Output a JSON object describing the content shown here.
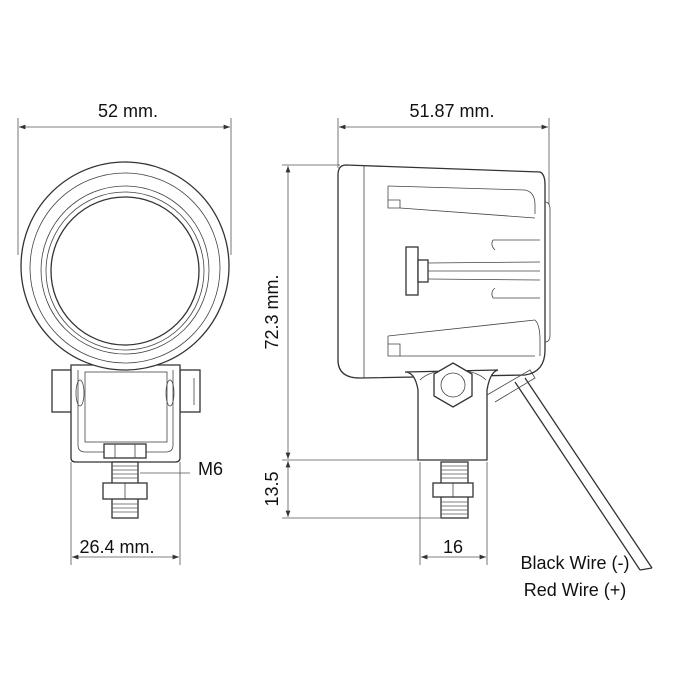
{
  "front_view": {
    "width_label": "52 mm.",
    "bracket_width_label": "26.4 mm.",
    "thread_label": "M6"
  },
  "side_view": {
    "depth_label": "51.87 mm.",
    "height_label": "72.3 mm.",
    "bolt_length_label": "13.5",
    "bracket_width_label": "16"
  },
  "wires": {
    "black": "Black Wire (-)",
    "red": "Red Wire (+)"
  }
}
